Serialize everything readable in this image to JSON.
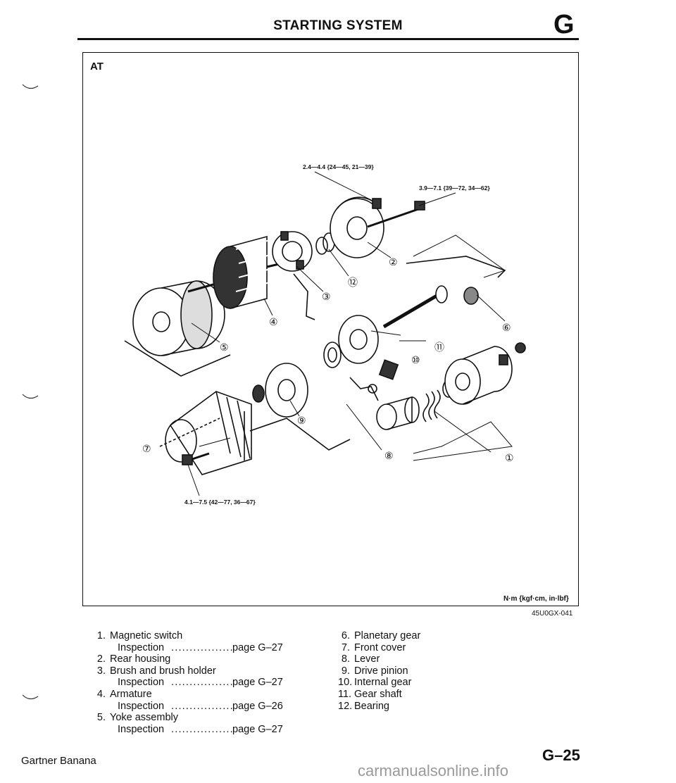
{
  "header": {
    "title": "STARTING SYSTEM",
    "section": "G"
  },
  "figure": {
    "label": "AT",
    "torques": [
      "2.4—4.4 {24—45, 21—39}",
      "3.9—7.1 {39—72, 34—62}",
      "4.1—7.5 {42—77, 36—67}"
    ],
    "callouts": [
      "①",
      "②",
      "③",
      "④",
      "⑤",
      "⑥",
      "⑦",
      "⑧",
      "⑨",
      "⑩",
      "⑪",
      "⑫"
    ],
    "units": "N·m {kgf·cm, in·lbf}",
    "code": "45U0GX-041"
  },
  "legend": {
    "left": [
      {
        "num": "1.",
        "text": "Magnetic switch"
      },
      {
        "sub": "Inspection",
        "dots": ".................",
        "page": "page G–27"
      },
      {
        "num": "2.",
        "text": "Rear housing"
      },
      {
        "num": "3.",
        "text": "Brush and brush holder"
      },
      {
        "sub": "Inspection",
        "dots": ".................",
        "page": "page G–27"
      },
      {
        "num": "4.",
        "text": "Armature"
      },
      {
        "sub": "Inspection",
        "dots": ".................",
        "page": "page G–26"
      },
      {
        "num": "5.",
        "text": "Yoke assembly"
      },
      {
        "sub": "Inspection",
        "dots": ".................",
        "page": "page G–27"
      }
    ],
    "right": [
      {
        "num": "6.",
        "text": "Planetary gear"
      },
      {
        "num": "7.",
        "text": "Front cover"
      },
      {
        "num": "8.",
        "text": "Lever"
      },
      {
        "num": "9.",
        "text": "Drive pinion"
      },
      {
        "num": "10.",
        "text": "Internal gear"
      },
      {
        "num": "11.",
        "text": "Gear shaft"
      },
      {
        "num": "12.",
        "text": "Bearing"
      }
    ]
  },
  "footer": {
    "source": "Gartner Banana",
    "page": "G–25",
    "watermark": "carmanualsonline.info"
  }
}
